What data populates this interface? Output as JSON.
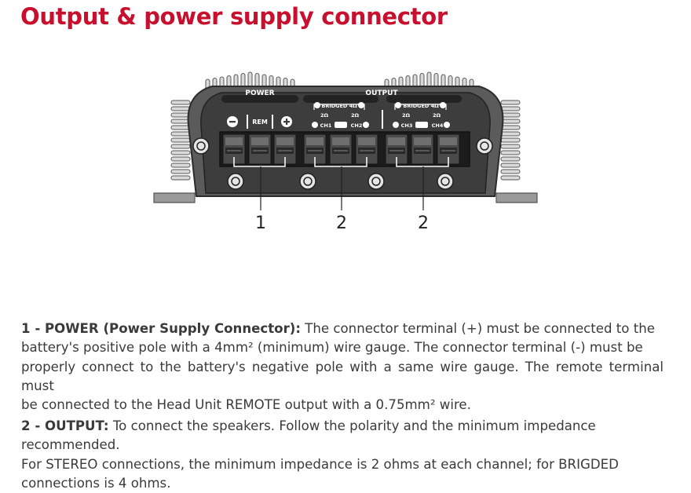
{
  "title": "Output & power supply connector",
  "diagram": {
    "power_label": "POWER",
    "output_label": "OUTPUT",
    "minus": "−",
    "plus": "+",
    "rem_label": "REM",
    "bridged_label": "BRIDGED 4Ω",
    "two_ohm": "2Ω",
    "ch1": "CH1",
    "ch2": "CH2",
    "ch3": "CH3",
    "ch4": "CH4",
    "callouts": [
      "1",
      "2",
      "2"
    ]
  },
  "section1": {
    "heading": "1 - POWER (Power Supply Connector):",
    "line1_rest": "The connector terminal (+) must be connected to the",
    "line2": "battery's positive pole with a 4mm² (minimum) wire gauge. The connector terminal (-) must be",
    "line3": "properly connect to the battery's negative pole with a same wire gauge. The remote terminal must",
    "line4": "be connected to the Head Unit REMOTE output with a 0.75mm² wire."
  },
  "section2": {
    "heading": "2 - OUTPUT:",
    "line1_rest": "To connect the speakers. Follow the polarity and the minimum impedance",
    "line2": "recommended.",
    "line3": "For STEREO connections, the minimum impedance is 2 ohms at each channel; for BRIGDED",
    "line4": "connections is 4 ohms."
  }
}
